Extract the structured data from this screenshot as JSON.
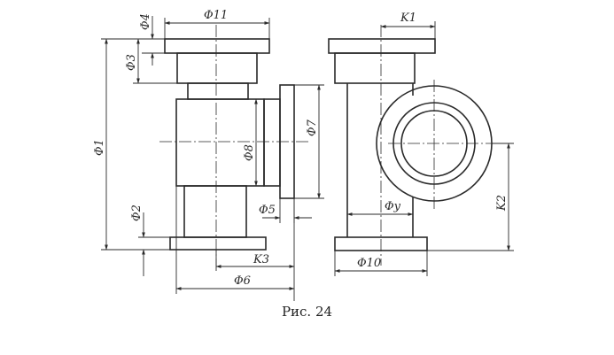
{
  "figure": {
    "caption": "Рис. 24"
  },
  "labels": {
    "phi1": "Φ1",
    "phi2": "Φ2",
    "phi3": "Φ3",
    "phi4": "Φ4",
    "phi5": "Φ5",
    "phi6": "Φ6",
    "phi7": "Φ7",
    "phi8": "Φ8",
    "phi10": "Φ10",
    "phi11": "Φ11",
    "phiy": "Φy",
    "k1": "K1",
    "k2": "K2",
    "k3": "K3"
  },
  "colors": {
    "line": "#2a2a2a",
    "paper": "#ffffff"
  }
}
